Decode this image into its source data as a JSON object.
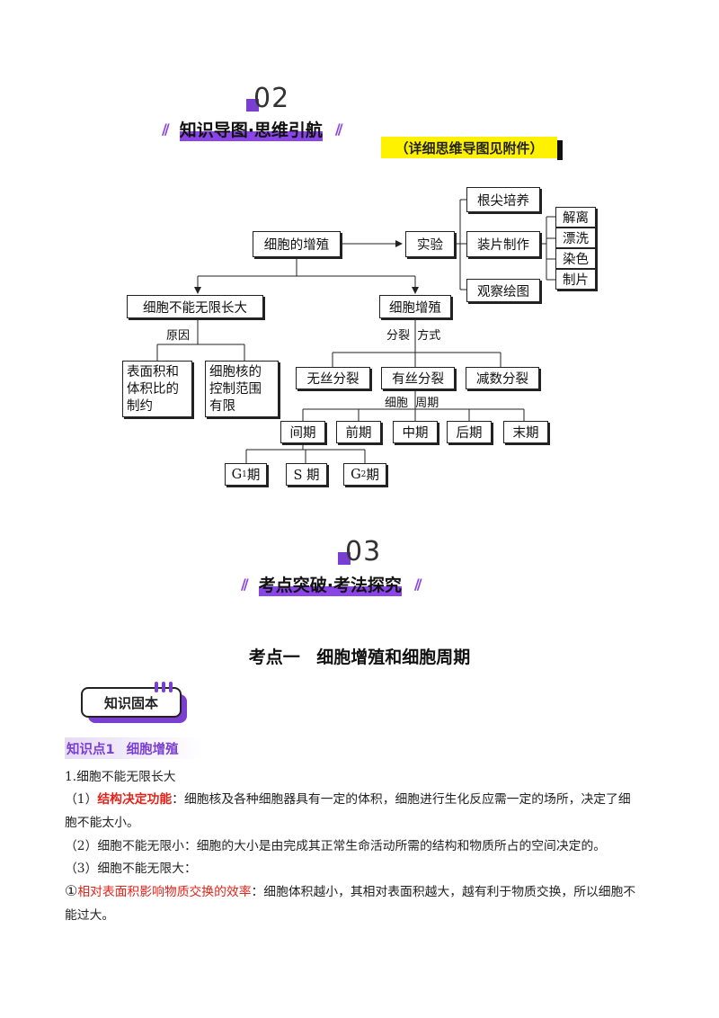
{
  "sections": {
    "s2": {
      "num": "02",
      "title": "知识导图·思维引航",
      "note": "（详细思维导图见附件）"
    },
    "s3": {
      "num": "03",
      "title": "考点突破·考法探究"
    }
  },
  "mindmap": {
    "root": "细胞的增殖",
    "experiment": "实验",
    "exp_items": [
      "根尖培养",
      "装片制作",
      "观察绘图"
    ],
    "steps": [
      "解离",
      "漂洗",
      "染色",
      "制片"
    ],
    "limit": "细胞不能无限长大",
    "reason_label": "原因",
    "reason1": "表面积和\n体积比的\n制约",
    "reason2": "细胞核的\n控制范围\n有限",
    "prolif": "细胞增殖",
    "mode_label": "分裂  方式",
    "modes": [
      "无丝分裂",
      "有丝分裂",
      "减数分裂"
    ],
    "cycle_label": "细胞  周期",
    "phases": [
      "间期",
      "前期",
      "中期",
      "后期",
      "末期"
    ],
    "sub_phases": {
      "g1_main": "G",
      "g1_sub": "1",
      "g1_suffix": "期",
      "s": "S 期",
      "g2_main": "G",
      "g2_sub": "2",
      "g2_suffix": "期"
    }
  },
  "content": {
    "kp_title": "考点一 细胞增殖和细胞周期",
    "tag": "知识固本",
    "kd_head": "知识点1 细胞增殖",
    "p1": "1.细胞不能无限长大",
    "p2_num": "（1）",
    "p2_red": "结构决定功能",
    "p2_rest": "：细胞核及各种细胞器具有一定的体积，细胞进行生化反应需一定的场所，决定了细",
    "p2_cont": "胞不能太小。",
    "p3": "（2）细胞不能无限小：细胞的大小是由完成其正常生命活动所需的结构和物质所占的空间决定的。",
    "p4": "（3）细胞不能无限大：",
    "p5_num": "①",
    "p5_red": "相对表面积影响物质交换的效率",
    "p5_rest": "：细胞体积越小，其相对表面积越大，越有利于物质交换，所以细胞不",
    "p5_cont": "能过大。"
  }
}
